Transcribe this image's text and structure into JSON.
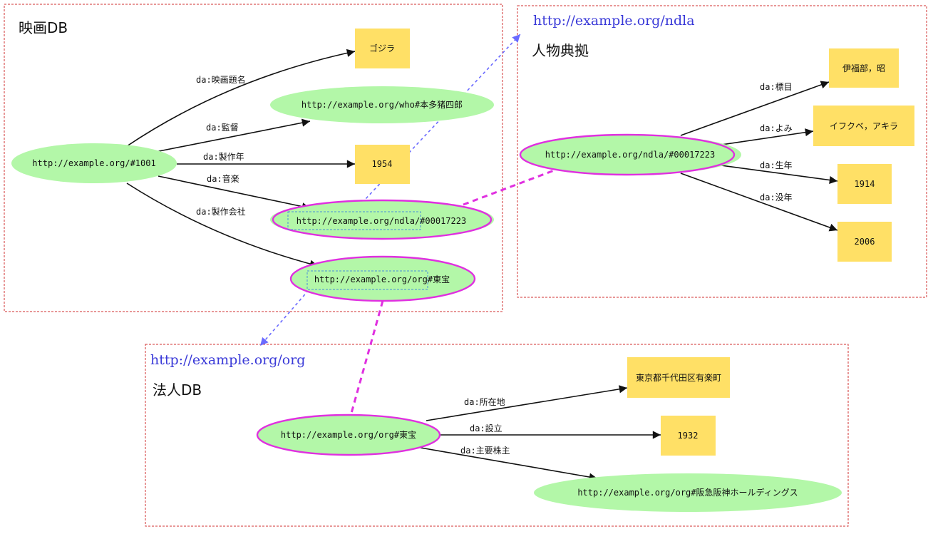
{
  "frames": {
    "movie_db": {
      "title": "映画DB"
    },
    "ndla": {
      "uri": "http://example.org/ndla",
      "title": "人物典拠"
    },
    "org": {
      "uri": "http://example.org/org",
      "title": "法人DB"
    }
  },
  "nodes": {
    "film": "http://example.org/#1001",
    "godzilla": "ゴジラ",
    "honda": "http://example.org/who#本多猪四郎",
    "y1954": "1954",
    "ifukube_ref": "http://example.org/ndla/#00017223",
    "toho_ref": "http://example.org/org#東宝",
    "ndla_person": "http://example.org/ndla/#00017223",
    "name_label": "伊福部，昭",
    "yomi_value": "イフクベ，アキラ",
    "birth": "1914",
    "death": "2006",
    "toho": "http://example.org/org#東宝",
    "address": "東京都千代田区有楽町",
    "founded": "1932",
    "hankyu": "http://example.org/org#阪急阪神ホールディングス"
  },
  "edges": {
    "title": "da:映画題名",
    "director": "da:監督",
    "year": "da:製作年",
    "music": "da:音楽",
    "company": "da:製作会社",
    "hyomoku": "da:標目",
    "yomi": "da:よみ",
    "birth": "da:生年",
    "death": "da:没年",
    "location": "da:所在地",
    "established": "da:設立",
    "shareholder": "da:主要株主"
  },
  "colors": {
    "ellipse_fill": "#b3f7a8",
    "literal_fill": "#ffe066",
    "link_magenta": "#e030e0",
    "link_blue": "#6a6aff",
    "frame_border": "#d03030"
  }
}
